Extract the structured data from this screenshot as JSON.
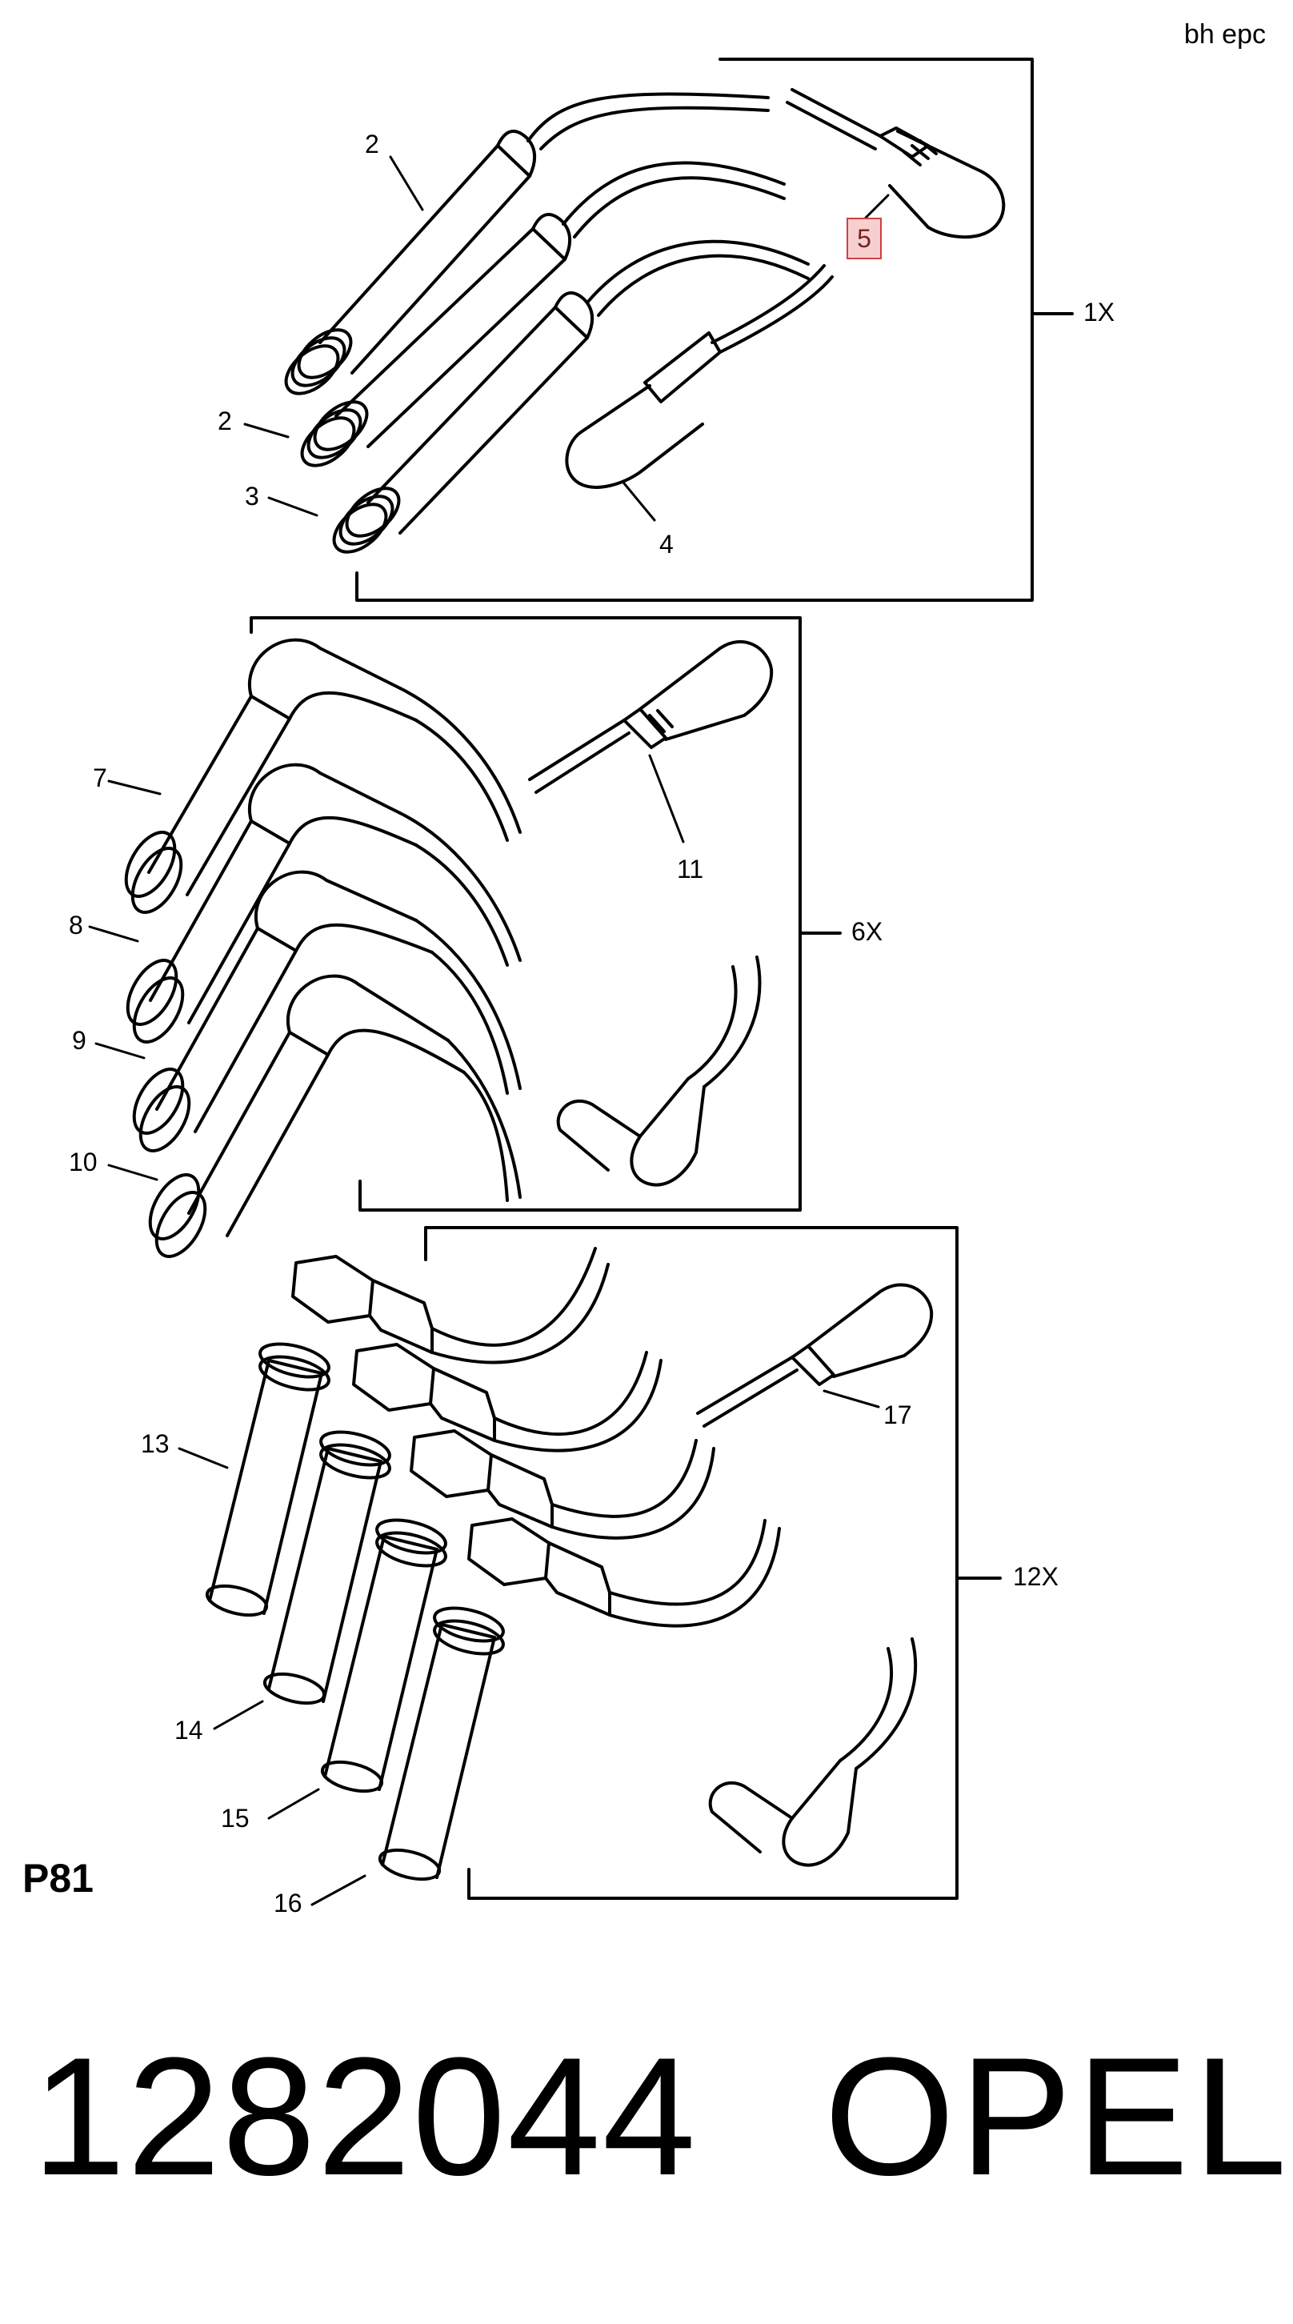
{
  "header": {
    "corner_text": "bh epc"
  },
  "sheet": {
    "page_id": "P81"
  },
  "footer": {
    "part_number": "1282044",
    "brand": "OPEL"
  },
  "callouts": {
    "c1x": "1X",
    "c2a": "2",
    "c2b": "2",
    "c3": "3",
    "c4": "4",
    "c5": "5",
    "c6x": "6X",
    "c7": "7",
    "c8": "8",
    "c9": "9",
    "c10": "10",
    "c11": "11",
    "c12x": "12X",
    "c13": "13",
    "c14": "14",
    "c15": "15",
    "c16": "16",
    "c17": "17"
  },
  "highlight_color": "#d04040"
}
